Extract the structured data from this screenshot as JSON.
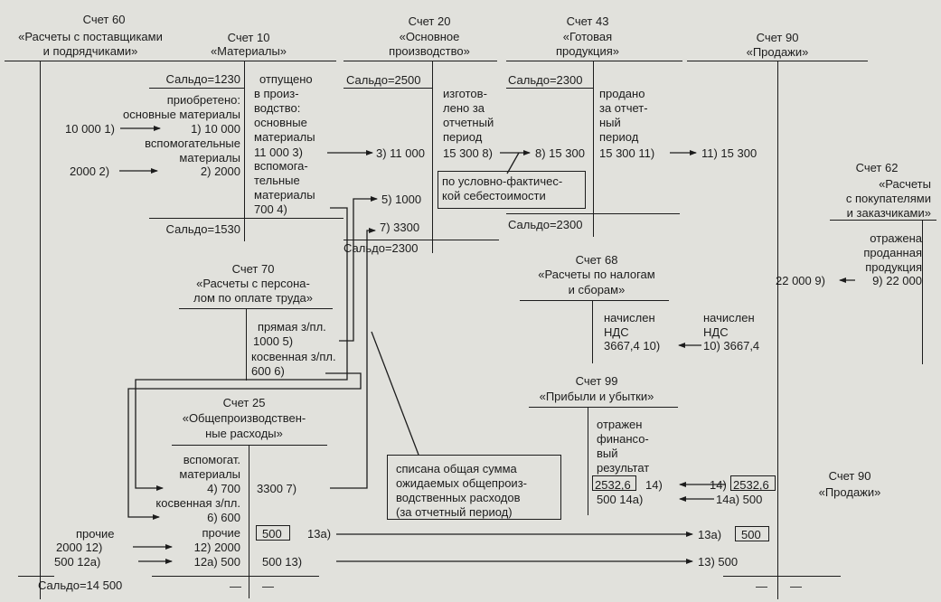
{
  "a60": {
    "title": "Счет 60",
    "l1": "«Расчеты с поставщиками",
    "l2": "и подрядчиками»",
    "saldo": "Сальдо=14 500",
    "e12": "прочие",
    "e12v": "2000   12)",
    "e12a": "500     12а)"
  },
  "a10": {
    "title": "Счет 10",
    "name": "«Материалы»",
    "sd1": "Сальдо=1230",
    "sd2": "Сальдо=1530",
    "d1": "приобретено:",
    "d2": "основные материалы",
    "d3": "10 000 1)",
    "d4": "1)     10 000",
    "d5": "вспомогательные",
    "d6": "материалы",
    "d7": "2000  2)",
    "d8": "2)        2000",
    "k1": "отпущено",
    "k2": "в произ-",
    "k3": "водство:",
    "k4": "основные",
    "k5": "материалы",
    "k6": "11 000   3)",
    "k7": "вспомога-",
    "k8": "тельные",
    "k9": "материалы",
    "k10": "700        4)"
  },
  "a20": {
    "title": "Счет 20",
    "l1": "«Основное",
    "l2": "производство»",
    "sd1": "Сальдо=2500",
    "sd2": "Сальдо=2300",
    "d3": "3) 11 000",
    "d5": "5) 1000",
    "d7": "7) 3300",
    "k1": "изготов-",
    "k2": "лено за",
    "k3": "отчетный",
    "k4": "период",
    "k5": "15 300  8)"
  },
  "a43": {
    "title": "Счет 43",
    "l1": "«Готовая",
    "l2": "продукция»",
    "sd1": "Сальдо=2300",
    "sd2": "Сальдо=2300",
    "d8": "8)  15 300",
    "k1": "продано",
    "k2": "за отчет-",
    "k3": "ный",
    "k4": "период",
    "k5": "15 300  11)"
  },
  "note1": {
    "l1": "по условно-фактичес-",
    "l2": "кой себестоимости"
  },
  "a90": {
    "title": "Счет 90",
    "name": "«Продажи»",
    "d11": "11) 15 300",
    "k9": "22 000  9)",
    "d14": "14)",
    "d14v": "2532,6",
    "d14a": "14а)      500",
    "d13a": "13а)",
    "d13av": "500",
    "d13": "13)        500",
    "t2": "Счет 90",
    "n2": "«Продажи»"
  },
  "a62": {
    "title": "Счет 62",
    "l1": "«Расчеты",
    "l2": "с покупателями",
    "l3": "и заказчиками»",
    "k1": "отражена",
    "k2": "проданная",
    "k3": "продукция",
    "d9": "9)  22 000"
  },
  "a68": {
    "title": "Счет 68",
    "l1": "«Расчеты по налогам",
    "l2": "и сборам»",
    "k1": "начислен",
    "k2": "НДС",
    "k3": "3667,4  10)",
    "d1": "начислен",
    "d2": "НДС",
    "d3": "10) 3667,4"
  },
  "a99": {
    "title": "Счет 99",
    "name": "«Прибыли и убытки»",
    "k1": "отражен",
    "k2": "финансо-",
    "k3": "вый",
    "k4": "результат",
    "k5v": "2532,6",
    "k5": "14)",
    "k6": "500        14а)"
  },
  "a70": {
    "title": "Счет 70",
    "l1": "«Расчеты с персона-",
    "l2": "лом по оплате труда»",
    "k1": "прямая з/пл.",
    "k2": "1000        5)",
    "k3": "косвенная з/пл.",
    "k4": "600          6)"
  },
  "a25": {
    "title": "Счет 25",
    "l1": "«Общепроизводствен-",
    "l2": "ные расходы»",
    "d1": "вспомогат.",
    "d2": "материалы",
    "d3": "4)  700",
    "d4": "косвенная з/пл.",
    "d5": "6)     600",
    "d6": "прочие",
    "d7": "12)  2000",
    "d8": "12а)  500",
    "k1": "3300        7)",
    "k2v": "500",
    "k2": "13а)",
    "k3": "500       13)",
    "dash": "—"
  },
  "note2": {
    "l1": "списана общая сумма",
    "l2": "ожидаемых общепроиз-",
    "l3": "водственных расходов",
    "l4": "(за отчетный период)"
  },
  "dash": "—"
}
